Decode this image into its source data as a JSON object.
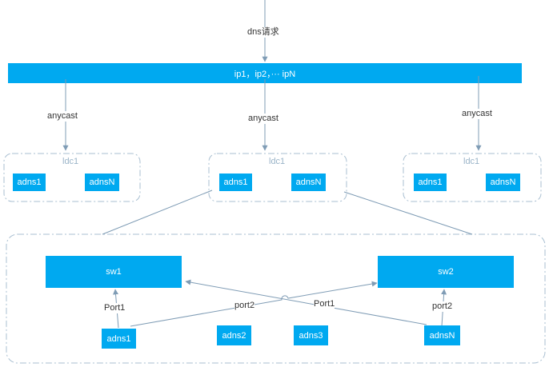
{
  "dns_request_label": "dns请求",
  "ip_bar_label": "ip1，ip2，···  ipN",
  "anycast_labels": [
    "anycast",
    "anycast",
    "anycast"
  ],
  "ldc_groups": [
    {
      "title": "ldc1",
      "nodes": [
        "adns1",
        "adnsN"
      ]
    },
    {
      "title": "ldc1",
      "nodes": [
        "adns1",
        "adnsN"
      ]
    },
    {
      "title": "ldc1",
      "nodes": [
        "adns1",
        "adnsN"
      ]
    }
  ],
  "switches": {
    "sw1": "sw1",
    "sw2": "sw2"
  },
  "bottom_nodes": {
    "adns1": "adns1",
    "adns2": "adns2",
    "adns3": "adns3",
    "adnsN": "adnsN"
  },
  "port_labels": {
    "adns1_to_sw1": "Port1",
    "adns1_to_sw2": "port2",
    "adnsN_to_sw1": "Port1",
    "adnsN_to_sw2": "port2"
  },
  "colors": {
    "box_fill": "#00a9f0",
    "line": "#7f9cb5",
    "dashed_border": "#a9bfd1"
  }
}
